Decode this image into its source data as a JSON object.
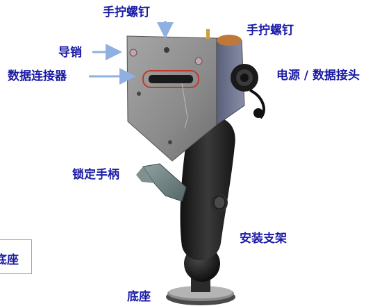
{
  "labels": {
    "thumbscrew_top": "手拧螺钉",
    "thumbscrew_right": "手拧螺钉",
    "guide_pin": "导销",
    "data_connector": "数据连接器",
    "power_data_jack": "电源 / 数据接头",
    "lock_handle": "锁定手柄",
    "mount_bracket": "安装支架",
    "base_bottom": "底座",
    "base_left_box": "底座"
  },
  "colors": {
    "label_text": "#1a1aa6",
    "arrow": "#8fb0e0",
    "plate": "#8c8c8c",
    "arm": "#1c1c1c",
    "handle": "#6e8282",
    "connector_outline": "#c0392b"
  }
}
